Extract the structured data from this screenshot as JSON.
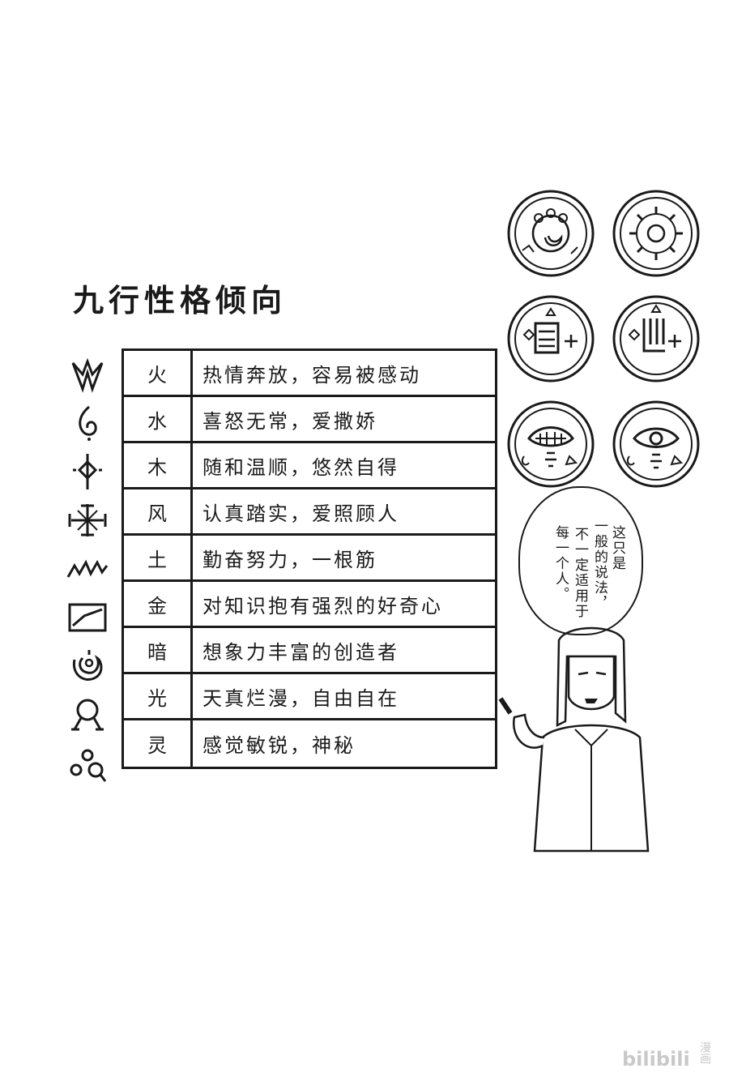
{
  "title": "九行性格倾向",
  "rows": [
    {
      "element": "火",
      "desc": "热情奔放，容易被感动",
      "glyph": "fire-symbol-icon"
    },
    {
      "element": "水",
      "desc": "喜怒无常，爱撒娇",
      "glyph": "water-symbol-icon"
    },
    {
      "element": "木",
      "desc": "随和温顺，悠然自得",
      "glyph": "wood-symbol-icon"
    },
    {
      "element": "风",
      "desc": "认真踏实，爱照顾人",
      "glyph": "wind-symbol-icon"
    },
    {
      "element": "土",
      "desc": "勤奋努力，一根筋",
      "glyph": "earth-symbol-icon"
    },
    {
      "element": "金",
      "desc": "对知识抱有强烈的好奇心",
      "glyph": "metal-symbol-icon"
    },
    {
      "element": "暗",
      "desc": "想象力丰富的创造者",
      "glyph": "dark-symbol-icon"
    },
    {
      "element": "光",
      "desc": "天真烂漫，自由自在",
      "glyph": "light-symbol-icon"
    },
    {
      "element": "灵",
      "desc": "感觉敏锐，神秘",
      "glyph": "spirit-symbol-icon"
    }
  ],
  "speech": {
    "col1": "这只是",
    "col2": "一般的说法，",
    "col3": "不一定适用于",
    "col4": "每一个人。"
  },
  "logo": {
    "text": "bilibili",
    "sub": "漫画"
  }
}
